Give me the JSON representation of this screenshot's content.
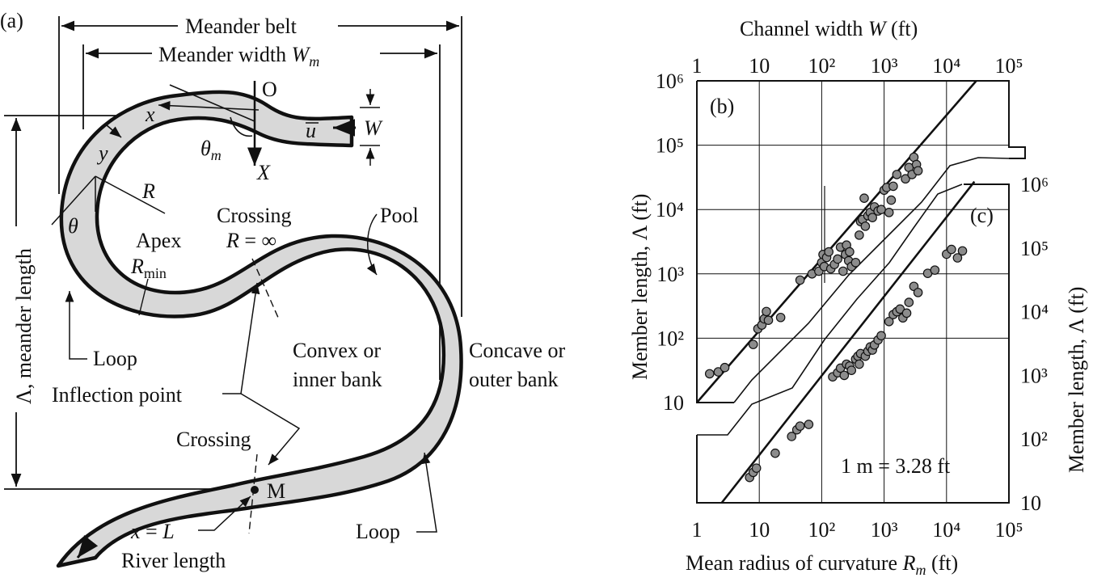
{
  "panel_a": {
    "tag": "(a)",
    "meander_belt": "Meander belt",
    "meander_width": "Meander width",
    "meander_width_sym": "W",
    "meander_width_sub": "m",
    "origin": "O",
    "x_axis": "x",
    "y_axis": "y",
    "u_bar": "u",
    "W": "W",
    "theta_m": "θ",
    "theta_m_sub": "m",
    "X": "X",
    "R": "R",
    "theta": "θ",
    "crossing_top_1": "Crossing",
    "crossing_top_2": "R = ∞",
    "pool": "Pool",
    "apex": "Apex",
    "rmin": "R",
    "rmin_sub": "min",
    "meander_length": "Λ, meander length",
    "loop_left": "Loop",
    "inflection_point": "Inflection point",
    "convex_1": "Convex or",
    "convex_2": "inner bank",
    "concave_1": "Concave or",
    "concave_2": "outer bank",
    "crossing_bottom": "Crossing",
    "M": "M",
    "x_eq_L": "x = L",
    "river_length": "River length",
    "loop_right": "Loop"
  },
  "panel_bc": {
    "top_axis_label": "Channel width",
    "top_axis_sym": "W",
    "top_axis_unit": "(ft)",
    "bottom_axis_label": "Mean radius of curvature",
    "bottom_axis_sym": "R",
    "bottom_axis_sub": "m",
    "bottom_axis_unit": "(ft)",
    "left_axis_label": "Member length, Λ (ft)",
    "right_axis_label": "Member length, Λ (ft)",
    "tag_b": "(b)",
    "tag_c": "(c)",
    "conversion": "1 m = 3.28 ft",
    "x_ticks": [
      "1",
      "10",
      "10²",
      "10³",
      "10⁴",
      "10⁵"
    ],
    "left_ticks": [
      "10",
      "10²",
      "10³",
      "10⁴",
      "10⁵",
      "10⁶"
    ],
    "right_ticks": [
      "10",
      "10²",
      "10³",
      "10⁴",
      "10⁵",
      "10⁶"
    ]
  },
  "chart_data": [
    {
      "type": "scatter",
      "name": "(b)",
      "xlabel": "Channel width W (ft)",
      "ylabel": "Member length, Λ (ft)",
      "x_scale": "log",
      "y_scale": "log",
      "xlim": [
        1,
        100000
      ],
      "ylim": [
        10,
        1000000
      ],
      "grid": true,
      "points": [
        [
          1.6,
          28
        ],
        [
          2.2,
          30
        ],
        [
          2.8,
          35
        ],
        [
          8,
          80
        ],
        [
          9.5,
          140
        ],
        [
          11,
          160
        ],
        [
          12,
          200
        ],
        [
          13,
          260
        ],
        [
          14,
          190
        ],
        [
          22,
          210
        ],
        [
          45,
          800
        ],
        [
          70,
          1000
        ],
        [
          90,
          1100
        ],
        [
          100,
          1500
        ],
        [
          105,
          2000
        ],
        [
          110,
          1300
        ],
        [
          120,
          1800
        ],
        [
          130,
          2200
        ],
        [
          140,
          1200
        ],
        [
          160,
          1400
        ],
        [
          180,
          1700
        ],
        [
          200,
          2600
        ],
        [
          220,
          1100
        ],
        [
          240,
          2000
        ],
        [
          250,
          2800
        ],
        [
          270,
          1600
        ],
        [
          280,
          2200
        ],
        [
          300,
          1300
        ],
        [
          350,
          1500
        ],
        [
          400,
          4000
        ],
        [
          420,
          6500
        ],
        [
          450,
          7000
        ],
        [
          480,
          15000
        ],
        [
          500,
          5500
        ],
        [
          550,
          8000
        ],
        [
          600,
          9000
        ],
        [
          650,
          7500
        ],
        [
          700,
          11000
        ],
        [
          800,
          9500
        ],
        [
          900,
          10000
        ],
        [
          1000,
          20000
        ],
        [
          1100,
          22000
        ],
        [
          1200,
          9000
        ],
        [
          1300,
          14000
        ],
        [
          1400,
          23000
        ],
        [
          1600,
          35000
        ],
        [
          2200,
          30000
        ],
        [
          2500,
          45000
        ],
        [
          2800,
          35000
        ],
        [
          3000,
          65000
        ],
        [
          3300,
          50000
        ],
        [
          3500,
          40000
        ]
      ],
      "fit": [
        [
          1,
          10
        ],
        [
          30000,
          1000000
        ]
      ]
    },
    {
      "type": "scatter",
      "name": "(c)",
      "xlabel": "Mean radius of curvature Rm (ft)",
      "ylabel": "Member length, Λ (ft)",
      "x_scale": "log",
      "y_scale": "log",
      "xlim": [
        1,
        100000
      ],
      "ylim": [
        10,
        1000000
      ],
      "grid": true,
      "points": [
        [
          7,
          25
        ],
        [
          8,
          30
        ],
        [
          9,
          35
        ],
        [
          18,
          60
        ],
        [
          33,
          110
        ],
        [
          40,
          140
        ],
        [
          45,
          160
        ],
        [
          62,
          170
        ],
        [
          150,
          950
        ],
        [
          180,
          1100
        ],
        [
          200,
          1300
        ],
        [
          230,
          1000
        ],
        [
          250,
          1500
        ],
        [
          280,
          1400
        ],
        [
          300,
          1200
        ],
        [
          350,
          1800
        ],
        [
          380,
          2000
        ],
        [
          400,
          1500
        ],
        [
          420,
          2200
        ],
        [
          500,
          2000
        ],
        [
          550,
          2400
        ],
        [
          600,
          2800
        ],
        [
          650,
          2500
        ],
        [
          700,
          3000
        ],
        [
          800,
          3600
        ],
        [
          900,
          4200
        ],
        [
          1200,
          7000
        ],
        [
          1400,
          9000
        ],
        [
          1600,
          10000
        ],
        [
          1800,
          11000
        ],
        [
          2000,
          8000
        ],
        [
          2300,
          9500
        ],
        [
          2500,
          14000
        ],
        [
          3000,
          25000
        ],
        [
          3500,
          20000
        ],
        [
          5000,
          40000
        ],
        [
          6500,
          45000
        ],
        [
          10000,
          80000
        ],
        [
          12000,
          95000
        ],
        [
          15000,
          70000
        ],
        [
          18000,
          90000
        ]
      ],
      "fit": [
        [
          2.5,
          10
        ],
        [
          28000,
          1100000
        ]
      ]
    }
  ]
}
